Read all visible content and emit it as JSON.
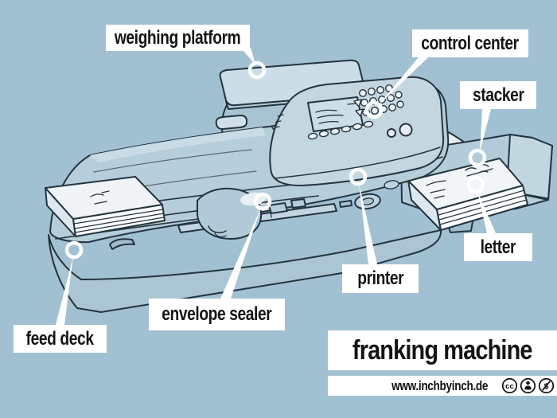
{
  "colors": {
    "background": "#a1c1d3",
    "machine_body": "#b6ceda",
    "machine_light": "#c6d9e3",
    "machine_shade": "#9cb9c9",
    "paper_white": "#f1f5f7",
    "line_art": "#24343f",
    "label_background": "#ffffff",
    "label_text": "#141414",
    "leader_line": "#ffffff"
  },
  "diagram": {
    "labels": [
      {
        "key": "weighing-platform",
        "text": "weighing platform"
      },
      {
        "key": "control-center",
        "text": "control center"
      },
      {
        "key": "stacker",
        "text": "stacker"
      },
      {
        "key": "letter",
        "text": "letter"
      },
      {
        "key": "printer",
        "text": "printer"
      },
      {
        "key": "envelope-sealer",
        "text": "envelope sealer"
      },
      {
        "key": "feed-deck",
        "text": "feed deck"
      }
    ],
    "title": "franking machine",
    "footer": {
      "website": "www.inchbyinch.de",
      "license_icons": [
        "cc",
        "attribution",
        "non-commercial"
      ]
    }
  }
}
